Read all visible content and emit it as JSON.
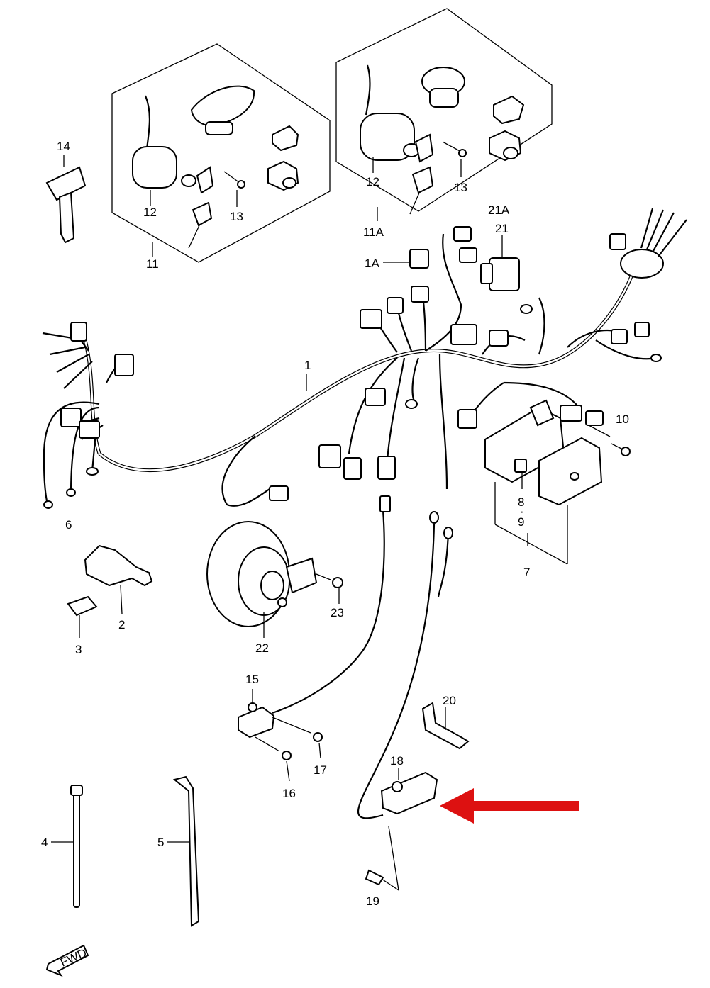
{
  "colors": {
    "line": "#000000",
    "background": "#ffffff",
    "highlight_arrow": "#dd1111"
  },
  "labels": {
    "p1": "1",
    "p1a": "1A",
    "p2": "2",
    "p3": "3",
    "p4": "4",
    "p5": "5",
    "p6": "6",
    "p7": "7",
    "p8": "8",
    "p9": "9",
    "p10": "10",
    "p11": "11",
    "p11a": "11A",
    "p12a": "12",
    "p12b": "12",
    "p13a": "13",
    "p13b": "13",
    "p14": "14",
    "p15": "15",
    "p16": "16",
    "p17": "17",
    "p18": "18",
    "p19": "19",
    "p20": "20",
    "p21": "21",
    "p21a": "21A",
    "p22": "22",
    "p23": "23"
  },
  "dot_separator": "·",
  "front_arrow": {
    "text": "FWD",
    "icon": "front-direction-arrow-icon"
  },
  "highlight": {
    "icon": "red-pointer-arrow-icon",
    "target_part": "18"
  }
}
